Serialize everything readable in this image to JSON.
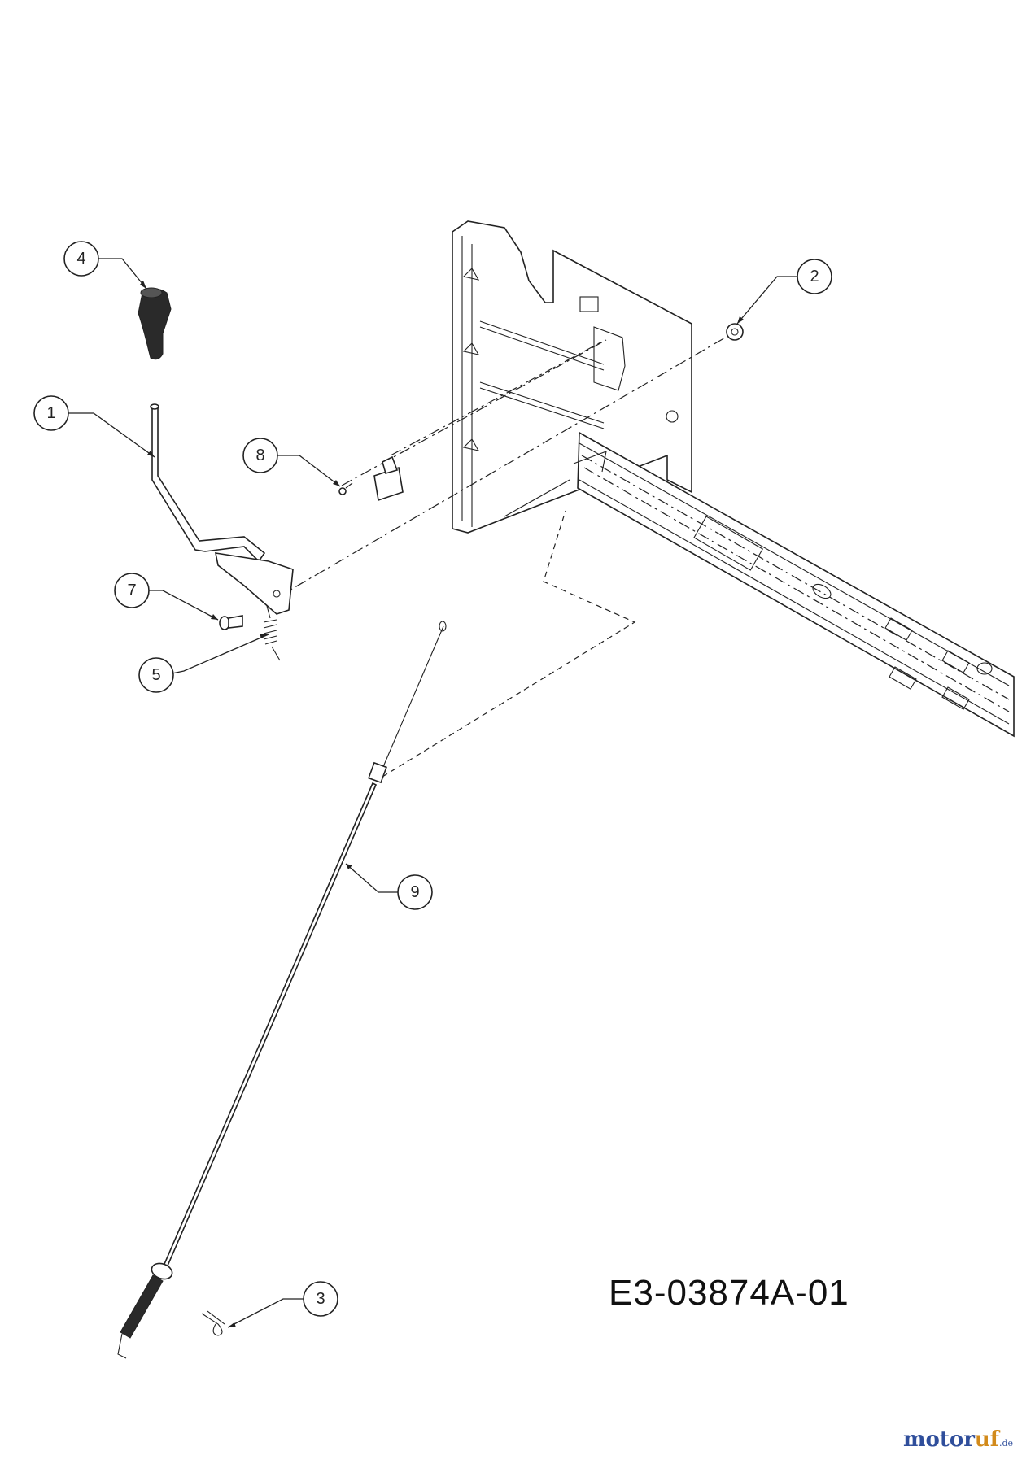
{
  "drawing_number": "E3-03874A-01",
  "watermark": {
    "text_main_1": "motor",
    "text_main_2": "uf",
    "text_suffix": ".de"
  },
  "callouts": [
    {
      "id": "callout-1",
      "label": "1"
    },
    {
      "id": "callout-2",
      "label": "2"
    },
    {
      "id": "callout-3",
      "label": "3"
    },
    {
      "id": "callout-4",
      "label": "4"
    },
    {
      "id": "callout-5",
      "label": "5"
    },
    {
      "id": "callout-7",
      "label": "7"
    },
    {
      "id": "callout-8",
      "label": "8"
    },
    {
      "id": "callout-9",
      "label": "9"
    }
  ]
}
